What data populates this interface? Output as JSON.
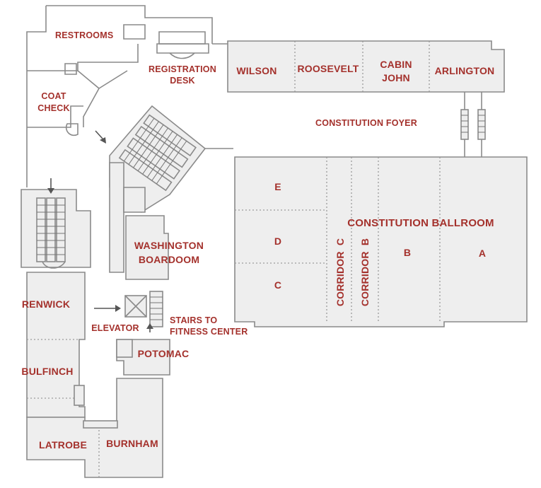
{
  "rooms": {
    "restrooms": "RESTROOMS",
    "registration_desk": [
      "REGISTRATION",
      "DESK"
    ],
    "coat_check": [
      "COAT",
      "CHECK"
    ],
    "wilson": "WILSON",
    "roosevelt": "ROOSEVELT",
    "cabin_john": [
      "CABIN",
      "JOHN"
    ],
    "arlington": "ARLINGTON",
    "constitution_foyer": "CONSTITUTION FOYER",
    "constitution_ballroom": "CONSTITUTION BALLROOM",
    "ballroom_e": "E",
    "ballroom_d": "D",
    "ballroom_c": "C",
    "ballroom_b": "B",
    "ballroom_a": "A",
    "corridor_c": "CORRIDOR  C",
    "corridor_b": "CORRIDOR  B",
    "washington_boardroom": [
      "WASHINGTON",
      "BOARDOOM"
    ],
    "renwick": "RENWICK",
    "elevator": "ELEVATOR",
    "stairs_fitness": [
      "STAIRS TO",
      "FITNESS CENTER"
    ],
    "potomac": "POTOMAC",
    "bulfinch": "BULFINCH",
    "latrobe": "LATROBE",
    "burnham": "BURNHAM"
  },
  "colors": {
    "label": "#a4312c",
    "room_fill": "#eeeeee",
    "wall": "#8a8a8a"
  }
}
